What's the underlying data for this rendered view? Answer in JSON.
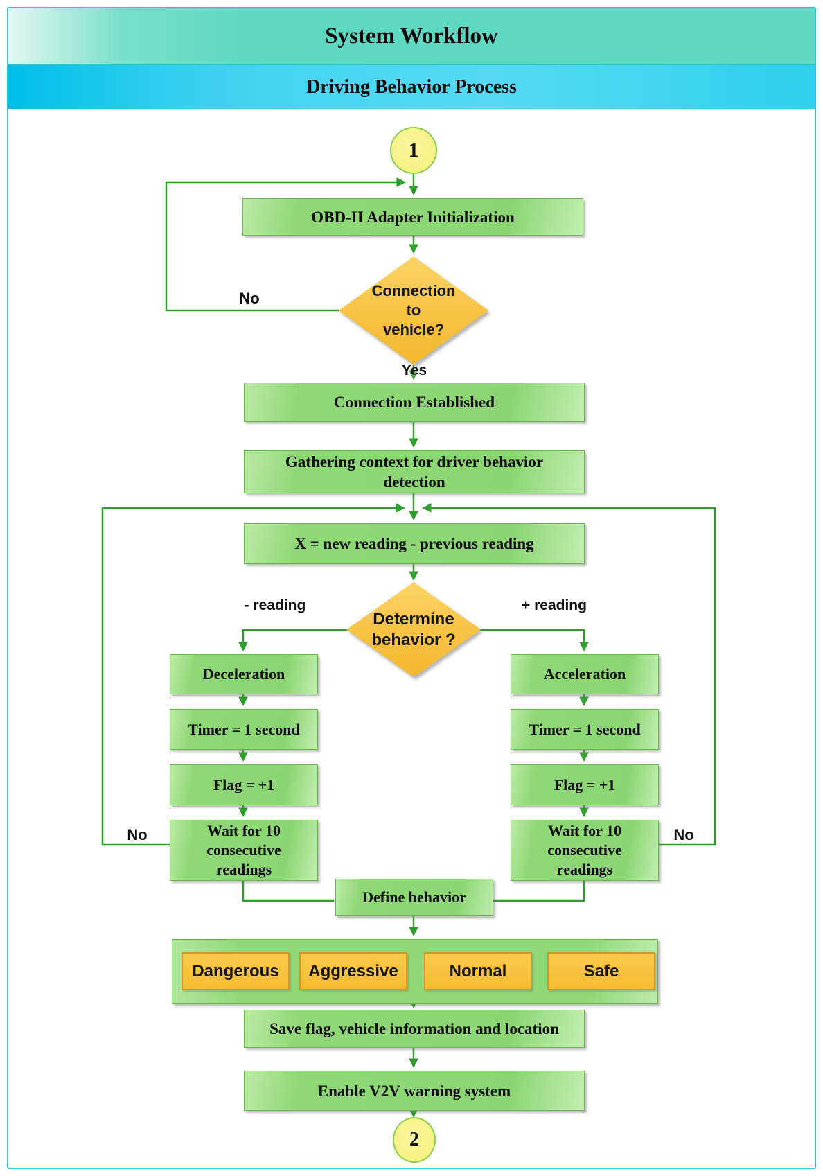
{
  "header": {
    "title": "System Workflow",
    "subtitle": "Driving Behavior Process"
  },
  "colors": {
    "frame_border": "#38cbd4",
    "banner_teal": "#5ed8c0",
    "banner_cyan": "#3ed2f0",
    "process_green_fill": "#8fd877",
    "process_green_border": "#67b94e",
    "decision_orange": "#f8c243",
    "behavior_orange": "#f7bb31",
    "connector_yellow": "#f6ee78",
    "line_green": "#2f9e2f"
  },
  "flow": {
    "start_label": "1",
    "end_label": "2",
    "obd_box": "OBD-II Adapter Initialization",
    "connection_diamond": {
      "lines": [
        "Connection",
        "to",
        "vehicle?"
      ]
    },
    "labels": {
      "connection_no": "No",
      "connection_yes": "Yes",
      "minus_reading": "- reading",
      "plus_reading": "+ reading",
      "left_loop_no": "No",
      "right_loop_no": "No"
    },
    "connection_established": "Connection Established",
    "gathering": {
      "lines": [
        "Gathering context for driver behavior",
        "detection"
      ]
    },
    "x_reading": "X = new reading - previous reading",
    "determine_diamond": {
      "lines": [
        "Determine",
        "behavior ?"
      ]
    },
    "left_branch": {
      "step1": "Deceleration",
      "step2": "Timer = 1 second",
      "step3": "Flag = +1",
      "step4": {
        "lines": [
          "Wait for 10",
          "consecutive",
          "readings"
        ]
      }
    },
    "right_branch": {
      "step1": "Acceleration",
      "step2": "Timer = 1 second",
      "step3": "Flag = +1",
      "step4": {
        "lines": [
          "Wait for 10",
          "consecutive",
          "readings"
        ]
      }
    },
    "define_behavior": "Define behavior",
    "behaviors": [
      "Dangerous",
      "Aggressive",
      "Normal",
      "Safe"
    ],
    "save_box": "Save flag, vehicle information and location",
    "enable_box": "Enable V2V warning system"
  }
}
